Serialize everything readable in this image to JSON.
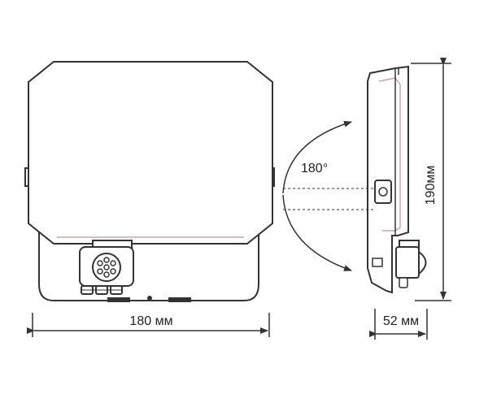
{
  "dimensions": {
    "width_label": "180 мм",
    "height_label": "190мм",
    "depth_label": "52 мм",
    "rotation_label": "180°"
  },
  "colors": {
    "stroke": "#333333",
    "body_tint": "#c9a7a7",
    "background": "#ffffff"
  }
}
